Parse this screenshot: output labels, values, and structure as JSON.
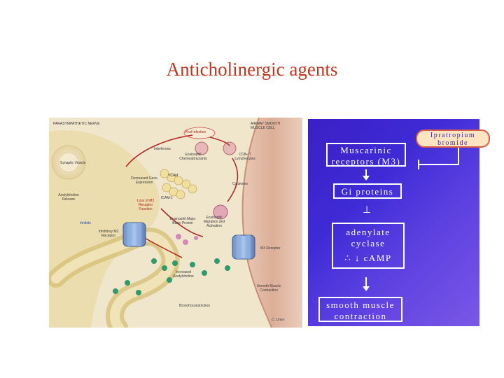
{
  "slide": {
    "title": "Anticholinergic agents"
  },
  "illustration": {
    "labels": {
      "parasympathetic_nerve": "PARASYMPATHETIC NERVE",
      "airway_smooth_muscle": "AIRWAY SMOOTH MUSCLE CELL",
      "viral_infection": "Viral Infection",
      "interferons": "Interferons",
      "synaptic_vesicle": "Synaptic Vesicle",
      "eosinophil_chemoattractants": "Eosinophil Chemoattractants",
      "cd8_lymphocytes": "CD8+ T Lymphocytes",
      "vcam": "VCAM",
      "decreased_gene": "Decreased Gene Expression",
      "cytokines": "Cytokines",
      "icam": "ICAM-1",
      "acetylcholine_release": "Acetylcholine Release",
      "loss_of_m2": "Loss of M2 Receptor Function",
      "inhibits": "Inhibits",
      "inhibitory_m2": "Inhibitory M2 Receptor",
      "eos_major_basic": "Eosinophil Major Basic Protein",
      "eos_migration": "Eosinophil Migration and Activation",
      "m3_receptor": "M3 Receptor",
      "increased_ach": "Increased Acetylcholine",
      "smooth_contraction": "Smooth Muscle Contraction",
      "bronchoconstriction": "Bronchoconstriction",
      "signature": "C. Lines"
    }
  },
  "flow": {
    "ipratropium": "Ipratropium bromide",
    "muscarinic": "Muscarinic receptors (M3)",
    "gi_proteins": "Gi proteins",
    "tee_symbol": "⊥",
    "adenylate": "adenylate cyclase",
    "camp": "∴ ↓ cAMP",
    "smooth": "smooth muscle contraction"
  },
  "colors": {
    "title": "#c0361d",
    "flow_bg": "#3f2bd6",
    "illustration_bg": "#efe4c8"
  }
}
